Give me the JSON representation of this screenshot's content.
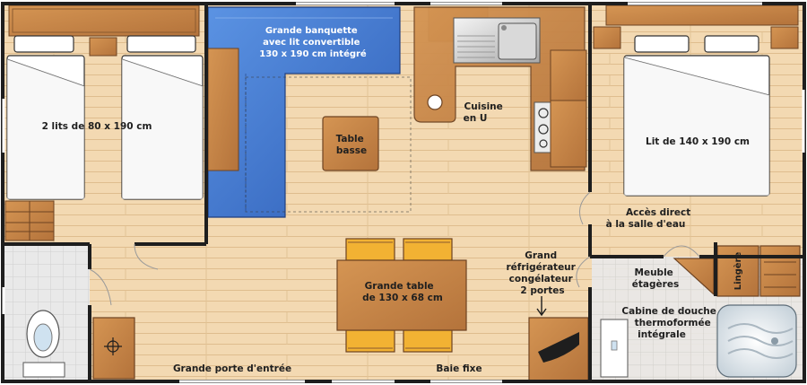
{
  "colors": {
    "floor": "#f3d9b2",
    "floor_line": "#dcb887",
    "wall": "#1e1e1e",
    "wood": "#c9874a",
    "wood_dark": "#a9693a",
    "banquette": "#3f6fc7",
    "banquette_light": "#5a8fe0",
    "chair": "#f2b233",
    "bed": "#ffffff",
    "tile": "#dcdcdc"
  },
  "labels": {
    "banquette": [
      "Grande banquette",
      "avec lit convertible",
      "130 x 190 cm intégré"
    ],
    "twin_beds": "2 lits de 80 x 190 cm",
    "low_table": [
      "Table",
      "basse"
    ],
    "kitchen": [
      "Cuisine",
      "en U"
    ],
    "double_bed": "Lit de 140 x 190 cm",
    "bathroom_access": [
      "Accès direct",
      "à la salle d'eau"
    ],
    "dining_table": [
      "Grande table",
      "de 130 x 68 cm"
    ],
    "fridge": [
      "Grand",
      "réfrigérateur",
      "congélateur",
      "2 portes"
    ],
    "shelves": [
      "Meuble",
      "étagères"
    ],
    "linen": "Lingère",
    "shower": [
      "Cabine de douche",
      "thermoformée",
      "intégrale"
    ],
    "entrance": "Grande porte d'entrée",
    "fixed_bay": "Baie fixe"
  }
}
